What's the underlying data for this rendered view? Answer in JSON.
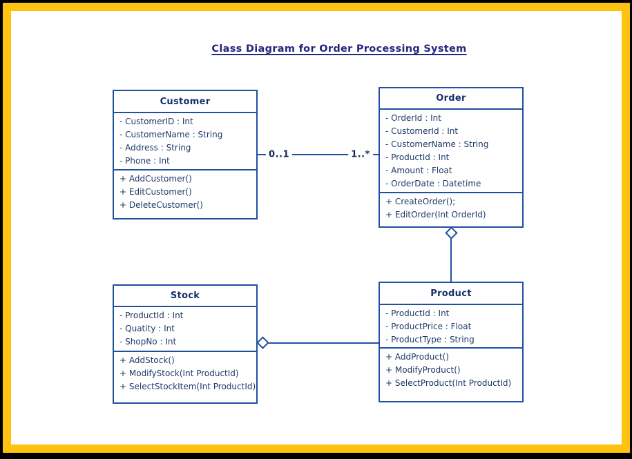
{
  "page": {
    "title": "Class Diagram for Order Processing System"
  },
  "colors": {
    "outer_frame": "#000000",
    "border_frame": "#FFC20E",
    "canvas": "#FFFFFF",
    "box_border": "#1F4FA0",
    "text": "#1C3868",
    "title_text": "#26267E"
  },
  "classes": {
    "customer": {
      "name": "Customer",
      "attributes": [
        "- CustomerID : Int",
        "- CustomerName : String",
        "- Address : String",
        "- Phone : Int"
      ],
      "methods": [
        "+ AddCustomer()",
        "+ EditCustomer()",
        "+ DeleteCustomer()"
      ]
    },
    "order": {
      "name": "Order",
      "attributes": [
        "- OrderId : Int",
        "- CustomerId : Int",
        "- CustomerName : String",
        "- ProductId : Int",
        "- Amount : Float",
        "- OrderDate : Datetime"
      ],
      "methods": [
        "+ CreateOrder();",
        "+ EditOrder(Int OrderId)"
      ]
    },
    "stock": {
      "name": "Stock",
      "attributes": [
        "- ProductId : Int",
        "- Quatity : Int",
        "- ShopNo : Int"
      ],
      "methods": [
        "+ AddStock()",
        "+ ModifyStock(Int ProductId)",
        "+ SelectStockItem(Int ProductId)"
      ]
    },
    "product": {
      "name": "Product",
      "attributes": [
        "- ProductId : Int",
        "- ProductPrice : Float",
        "- ProductType : String"
      ],
      "methods": [
        "+ AddProduct()",
        "+ ModifyProduct()",
        "+ SelectProduct(Int ProductId)"
      ]
    }
  },
  "relationships": {
    "customer_order": {
      "type": "association",
      "from": "Customer",
      "to": "Order",
      "from_multiplicity": "0..1",
      "to_multiplicity": "1..*"
    },
    "order_product": {
      "type": "aggregation",
      "whole": "Order",
      "part": "Product"
    },
    "stock_product": {
      "type": "aggregation",
      "whole": "Stock",
      "part": "Product"
    }
  }
}
